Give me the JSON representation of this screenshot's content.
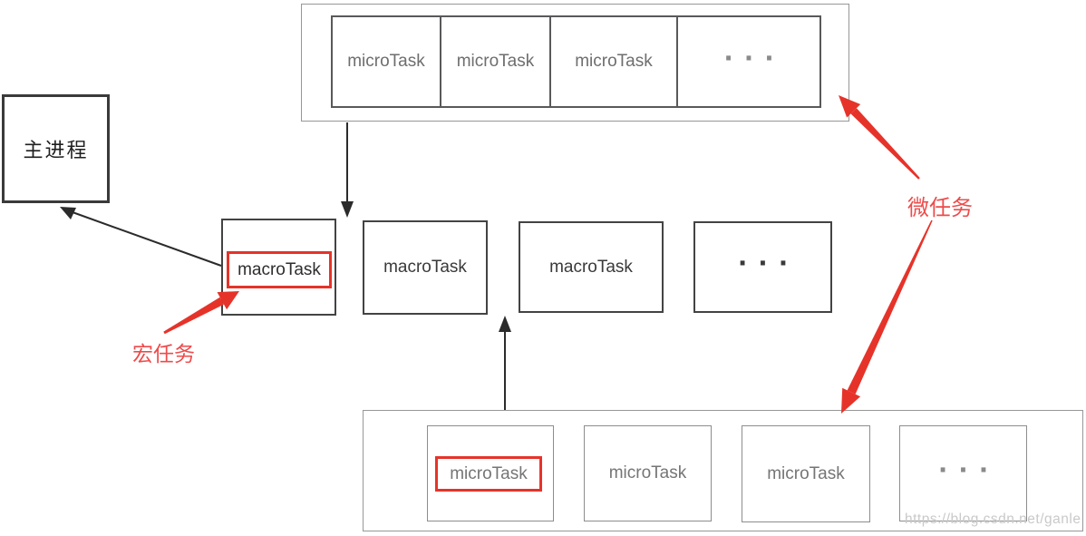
{
  "diagram": {
    "title_semantic": "JS event loop macroTask / microTask diagram",
    "main_process": {
      "label": "主进程"
    },
    "top_queue": {
      "items": [
        {
          "label": "microTask"
        },
        {
          "label": "microTask"
        },
        {
          "label": "microTask"
        },
        {
          "label": "..."
        }
      ]
    },
    "macro_row": {
      "items": [
        {
          "label": "macroTask",
          "highlighted": true
        },
        {
          "label": "macroTask",
          "highlighted": false
        },
        {
          "label": "macroTask",
          "highlighted": false
        },
        {
          "label": "...",
          "highlighted": false
        }
      ]
    },
    "bottom_queue": {
      "items": [
        {
          "label": "microTask",
          "highlighted": true
        },
        {
          "label": "microTask",
          "highlighted": false
        },
        {
          "label": "microTask",
          "highlighted": false
        },
        {
          "label": "...",
          "highlighted": false
        }
      ]
    },
    "annotations": {
      "macro_label": "宏任务",
      "micro_label": "微任务"
    },
    "watermark": "https://blog.csdn.net/ganle",
    "colors": {
      "red_accent": "#e6332a",
      "red_label_text": "#ee4b4b",
      "dark_box_border": "#434343",
      "light_box_border": "#8d8d8d",
      "container_border": "#979797",
      "black_arrow": "#2b2b2b",
      "micro_text": "#6e6e6e",
      "macro_text": "#3a3a3a",
      "watermark_text": "#c9c9c9"
    }
  }
}
